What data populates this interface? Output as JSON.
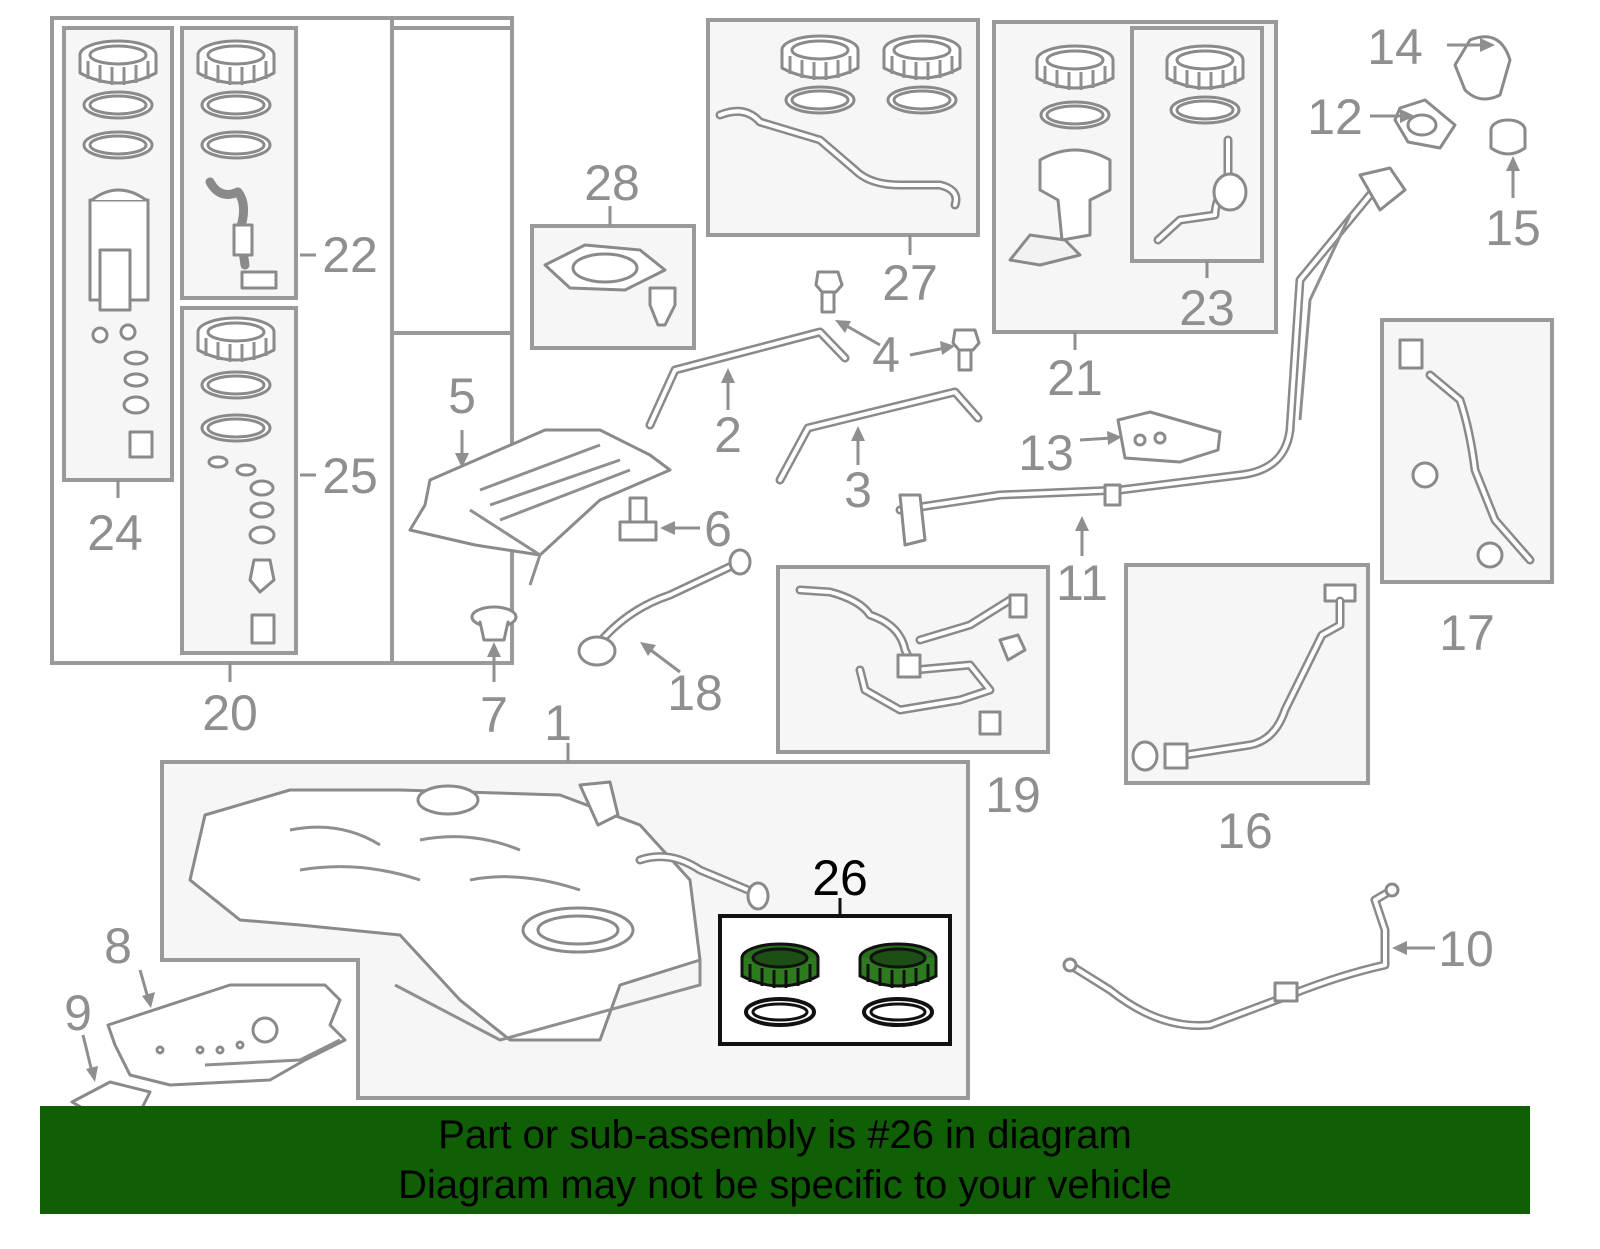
{
  "callouts": {
    "c1": "1",
    "c2": "2",
    "c3": "3",
    "c4": "4",
    "c5": "5",
    "c6": "6",
    "c7": "7",
    "c8": "8",
    "c9": "9",
    "c10": "10",
    "c11": "11",
    "c12": "12",
    "c13": "13",
    "c14": "14",
    "c15": "15",
    "c16": "16",
    "c17": "17",
    "c18": "18",
    "c19": "19",
    "c20": "20",
    "c21": "21",
    "c22": "22",
    "c23": "23",
    "c24": "24",
    "c25": "25",
    "c26": "26",
    "c27": "27",
    "c28": "28"
  },
  "highlight_color": "#105e06",
  "caption": {
    "line1": "Part or sub-assembly is #26 in diagram",
    "line2": "Diagram may not be specific to your vehicle"
  }
}
